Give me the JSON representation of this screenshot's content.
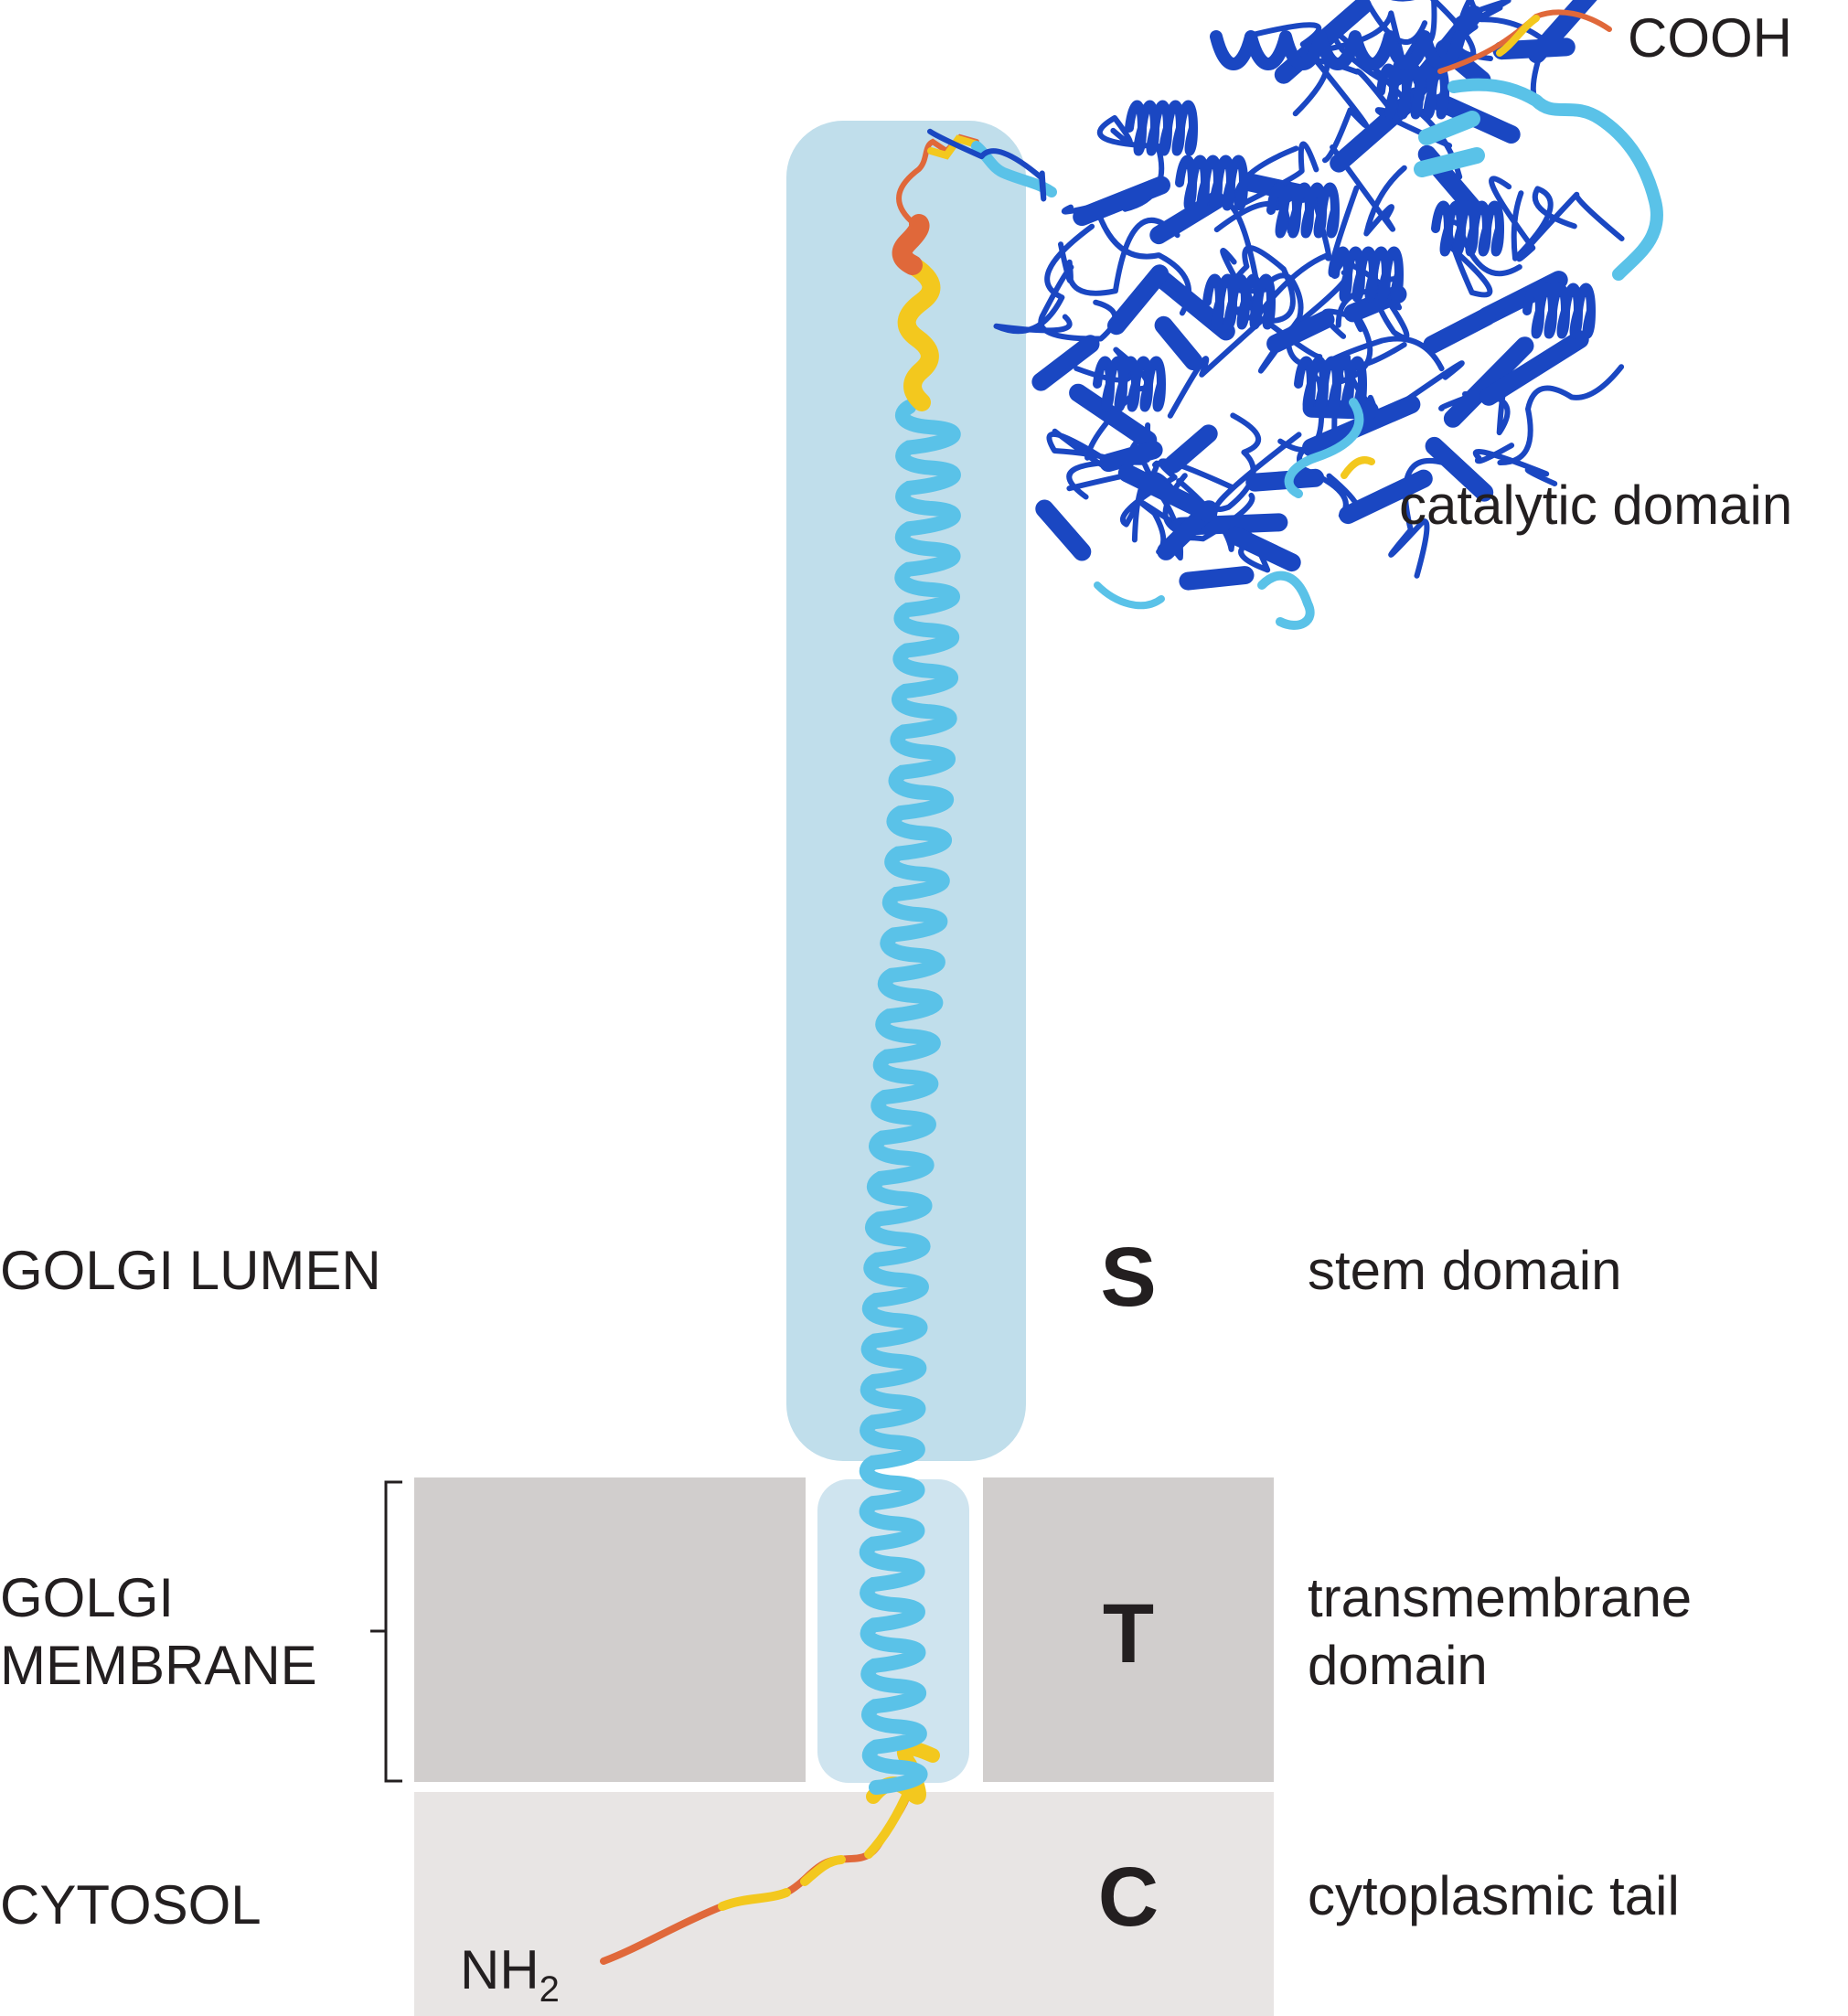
{
  "regions": {
    "lumen": "GOLGI LUMEN",
    "membrane_line1": "GOLGI",
    "membrane_line2": "MEMBRANE",
    "cytosol": "CYTOSOL"
  },
  "domains": {
    "stem_letter": "S",
    "stem_label": "stem domain",
    "tm_letter": "T",
    "tm_label_line1": "transmembrane",
    "tm_label_line2": "domain",
    "tail_letter": "C",
    "tail_label": "cytoplasmic tail",
    "catalytic_label": "catalytic domain"
  },
  "termini": {
    "c_term": "COOH",
    "n_term_main": "NH",
    "n_term_sub": "2"
  },
  "colors": {
    "stem_box": "#c0deeb",
    "tm_box": "#cfe4ef",
    "membrane": "#d1cecd",
    "cytosol": "#e8e5e4",
    "helix_light_blue": "#5ac2e8",
    "catalytic_dark_blue": "#1a47c2",
    "low_confidence_yellow": "#f3c81e",
    "very_low_confidence_orange": "#e0683a"
  }
}
